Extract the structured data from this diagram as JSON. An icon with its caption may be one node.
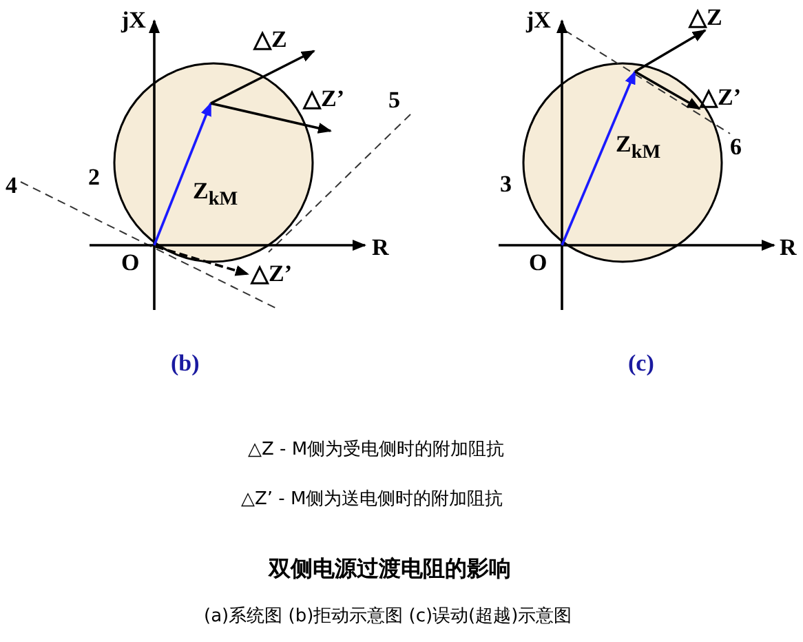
{
  "diagram": {
    "title": "双侧电源过渡电阻的影响",
    "caption": "(a)系统图 (b)拒动示意图 (c)误动(超越)示意图",
    "labels": [
      "jX",
      "△Z",
      "△Z’",
      "5",
      "2",
      "Z$_{kM}$",
      "4",
      "R",
      "O",
      "△Z’",
      "(b)",
      "jX",
      "△Z",
      "△Z’",
      "6",
      "Z$_{kM}$",
      "3",
      "O",
      "R",
      "(c)",
      "△Z - M侧为受电侧时的附加阻抗",
      "△Z’ - M侧为送电侧时的附加阻抗"
    ]
  }
}
